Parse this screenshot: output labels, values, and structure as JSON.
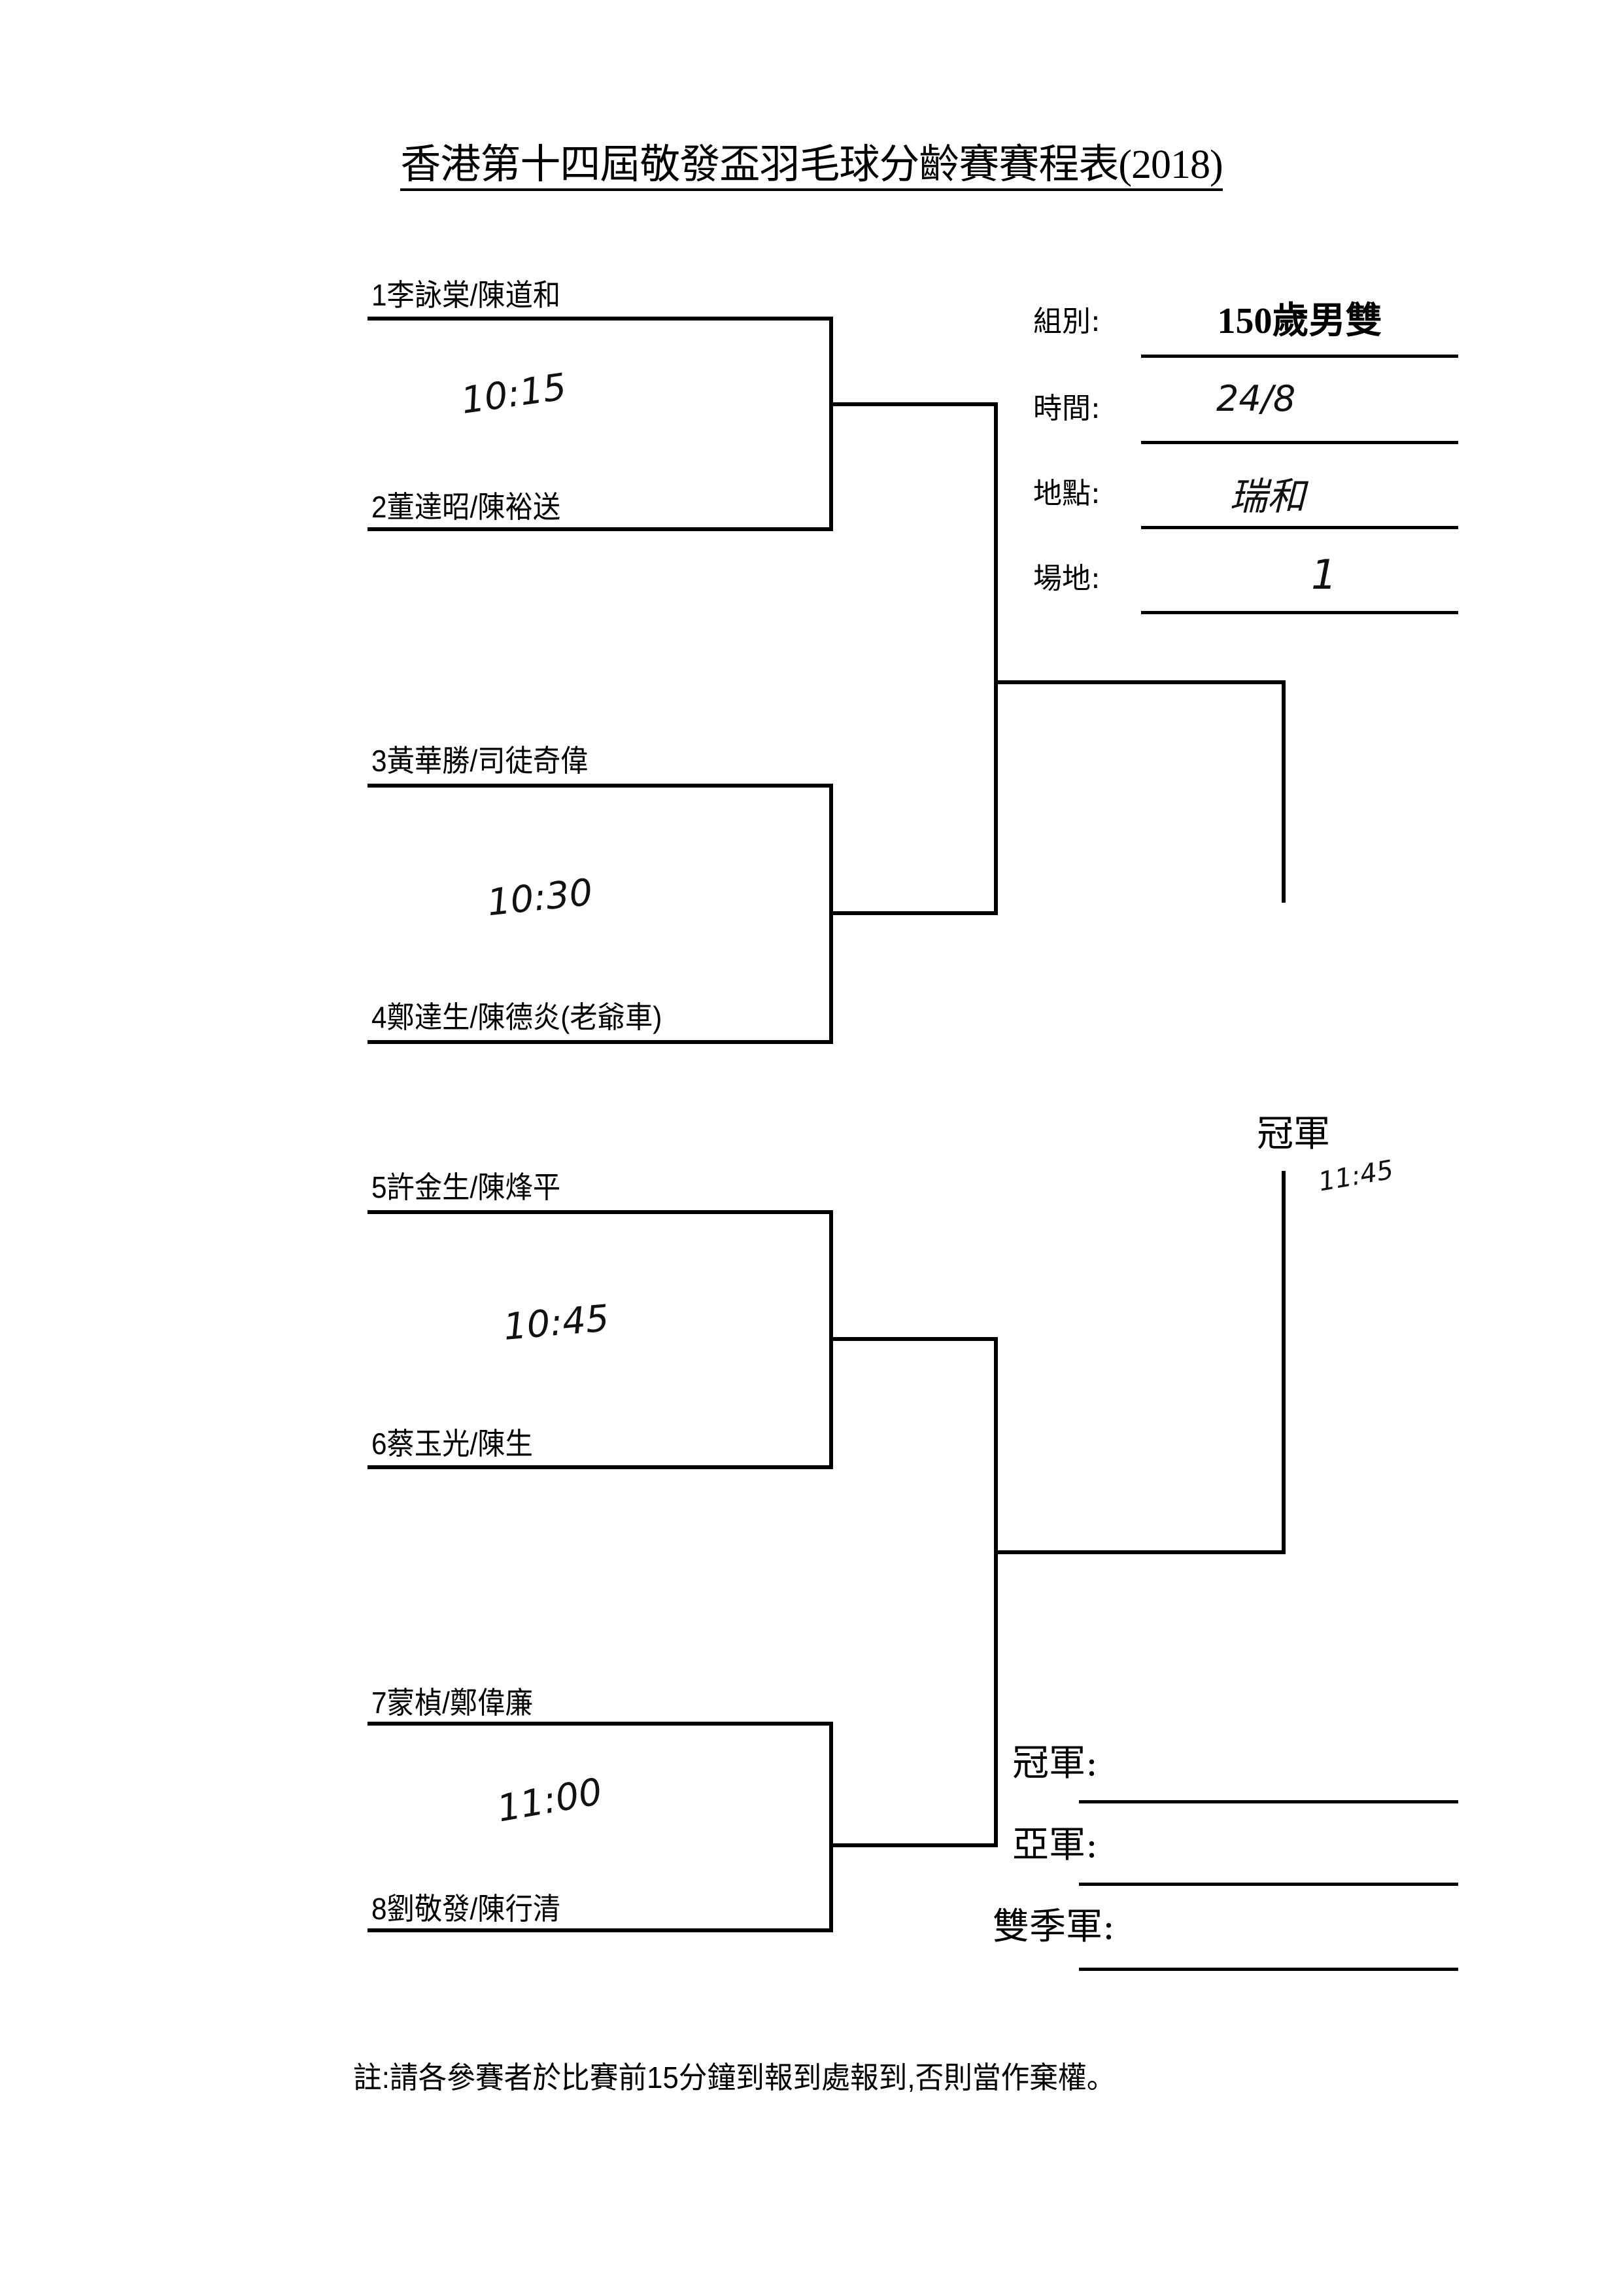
{
  "title": "香港第十四屆敬發盃羽毛球分齡賽賽程表(2018)",
  "info": {
    "group_label": "組別:",
    "group_value": "150歲男雙",
    "time_label": "時間:",
    "time_value": "24/8",
    "venue_label": "地點:",
    "venue_value": "瑞和",
    "court_label": "場地:",
    "court_value": "1"
  },
  "teams": [
    "1李詠棠/陳道和",
    "2董達昭/陳裕送",
    "3黃華勝/司徒奇偉",
    "4鄭達生/陳德炎(老爺車)",
    "5許金生/陳烽平",
    "6蔡玉光/陳生",
    "7蒙楨/鄭偉廉",
    "8劉敬發/陳行清"
  ],
  "match_times": [
    "10:15",
    "10:30",
    "10:45",
    "11:00"
  ],
  "final": {
    "label": "冠軍",
    "time": "11:45"
  },
  "results": {
    "champion_label": "冠軍:",
    "runner_up_label": "亞軍:",
    "third_label": "雙季軍:"
  },
  "note": "註:請各參賽者於比賽前15分鐘到報到處報到,否則當作棄權。"
}
